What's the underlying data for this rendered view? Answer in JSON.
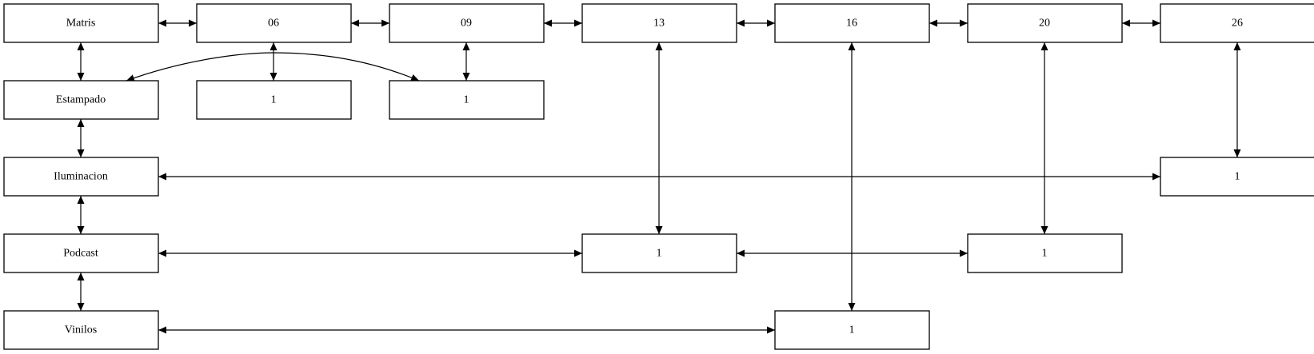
{
  "diagram": {
    "nodes": {
      "matris": "Matris",
      "n06": "06",
      "n09": "09",
      "n13": "13",
      "n16": "16",
      "n20": "20",
      "n26": "26",
      "estampado": "Estampado",
      "one_06": "1",
      "one_09": "1",
      "iluminacion": "Iluminacion",
      "one_26": "1",
      "podcast": "Podcast",
      "one_13": "1",
      "one_20": "1",
      "vinilos": "Vinilos",
      "one_16": "1"
    },
    "colors": {
      "stroke": "#000000",
      "fill": "#ffffff"
    }
  }
}
